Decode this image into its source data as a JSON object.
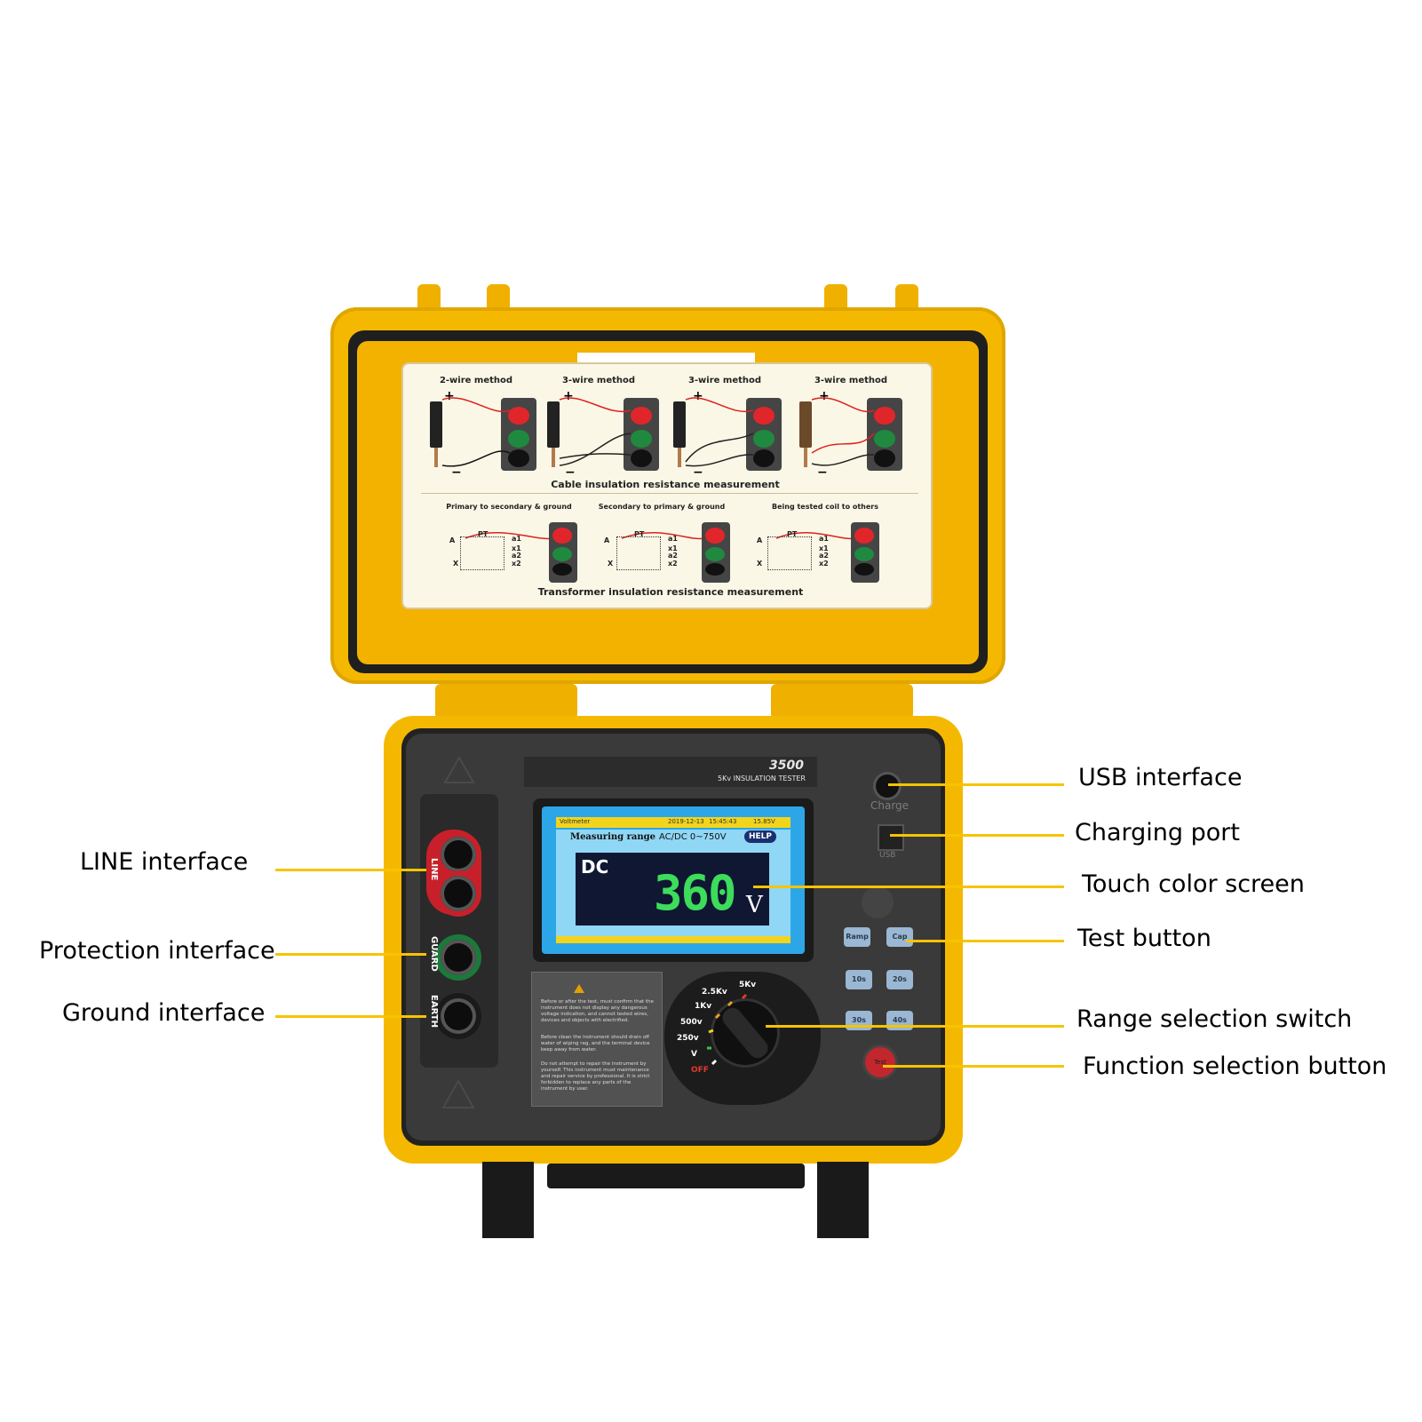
{
  "card": {
    "methods": [
      "2-wire method",
      "3-wire method",
      "3-wire method",
      "3-wire method"
    ],
    "cable_caption": "Cable insulation resistance measurement",
    "transformer_subcaptions": [
      "Primary to secondary & ground",
      "Secondary to primary & ground",
      "Being tested coil to others"
    ],
    "transformer_caption": "Transformer  insulation resistance measurement",
    "tf_labels": {
      "pt": "PT",
      "a": "A",
      "x": "X",
      "a1": "a1",
      "x1": "x1",
      "a2": "a2",
      "x2": "x2"
    },
    "plus": "+",
    "minus": "−"
  },
  "device": {
    "model": "3500",
    "model_sub": "5Kv INSULATION TESTER",
    "terminals": {
      "line": "LINE",
      "guard": "GUARD",
      "earth": "EARTH"
    },
    "charge_label": "Charge",
    "usb_label": "USB",
    "screen": {
      "mode_tab": "Voltmeter",
      "date": "2019-12-13",
      "time": "15:45:43",
      "battery": "15.85V",
      "range_label": "Measuring range",
      "range_value": "AC/DC 0~750V",
      "help": "HELP",
      "coupling": "DC",
      "reading": "360",
      "unit": "V"
    },
    "buttons": [
      "Ramp",
      "Cap",
      "10s",
      "20s",
      "30s",
      "40s"
    ],
    "test_label": "Test",
    "dial_positions": [
      "5Kv",
      "2.5Kv",
      "1Kv",
      "500v",
      "250v",
      "V",
      "OFF"
    ],
    "warning_lines": [
      "Before or after the test, must confirm that the instrument does not display any dangerous voltage indication, and cannot tested wires, devices and objects with electrified.",
      "Before clean the instrument should drain off water of wiping rag, and the terminal device keep away from water.",
      "Do not attempt to repair the instrument by yourself. This instrument must maintenance and repair service by professional. It is strict forbidden to replace any parts of the instrument by user."
    ]
  },
  "callouts": {
    "left": [
      "LINE interface",
      "Protection interface",
      "Ground interface"
    ],
    "right": [
      "USB interface",
      "Charging port",
      "Touch color screen",
      "Test button",
      "Range selection switch",
      "Function selection button"
    ]
  },
  "colors": {
    "case_yellow": "#f5b800",
    "panel_dark": "#3a3a3a",
    "lead_yellow": "#f6c400",
    "screen_blue": "#2da6e8",
    "reading_green": "#3ddc5a"
  }
}
